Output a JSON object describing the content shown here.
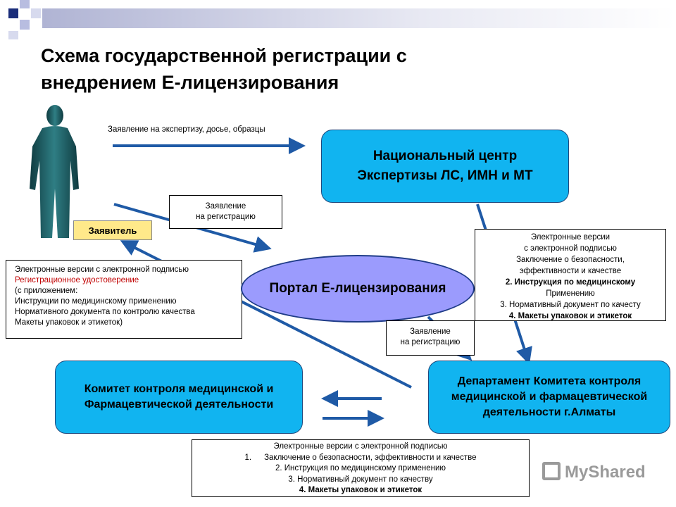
{
  "title_line1": "Схема государственной регистрации с",
  "title_line2": "внедрением Е-лицензирования",
  "applicant_label": "Заявитель",
  "arrow_label_top": "Заявление на экспертизу, досье, образцы",
  "app_reg_box1": {
    "line1": "Заявление",
    "line2": "на регистрацию"
  },
  "app_reg_box2": {
    "line1": "Заявление",
    "line2": "на регистрацию"
  },
  "national_center": {
    "line1": "Национальный центр",
    "line2": "Экспертизы ЛС, ИМН и МТ"
  },
  "portal": "Портал Е-лицензирования",
  "committee": {
    "line1": "Комитет контроля медицинской и",
    "line2": "Фармацевтической деятельности"
  },
  "department": {
    "line1": "Департамент Комитета контроля",
    "line2": "медицинской и фармацевтической",
    "line3": "деятельности г.Алматы"
  },
  "left_box": {
    "line1": "Электронные версии с электронной подписью",
    "line2": "Регистрационное удостоверение",
    "line3": "(с приложением:",
    "line4": " Инструкции по медицинскому применению",
    "line5": "Нормативного документа по контролю качества",
    "line6": "Макеты упаковок и этикеток)"
  },
  "right_box": {
    "line1": "Электронные версии",
    "line2": "с электронной подписью",
    "line3": "Заключение о безопасности,",
    "line4": "эффективности и качестве",
    "line5": "2. Инструкция по медицинскому",
    "line6": "Применению",
    "line7": "3. Нормативный документ по качесту",
    "line8": "4. Макеты упаковок и этикеток"
  },
  "bottom_box": {
    "line1": "Электронные версии с электронной подписью",
    "line2_num": "1.",
    "line2": "Заключение о безопасности, эффективности и качестве",
    "line3": "2. Инструкция по медицинскому применению",
    "line4": "3. Нормативный документ по качеству",
    "line5": "4. Макеты упаковок и этикеток"
  },
  "watermark": "MyShared",
  "colors": {
    "arrow": "#1f5aa6",
    "box_blue": "#11b4f0",
    "ellipse": "#9b9bfd",
    "applicant": "#ffe98a",
    "red_text": "#c00000"
  }
}
